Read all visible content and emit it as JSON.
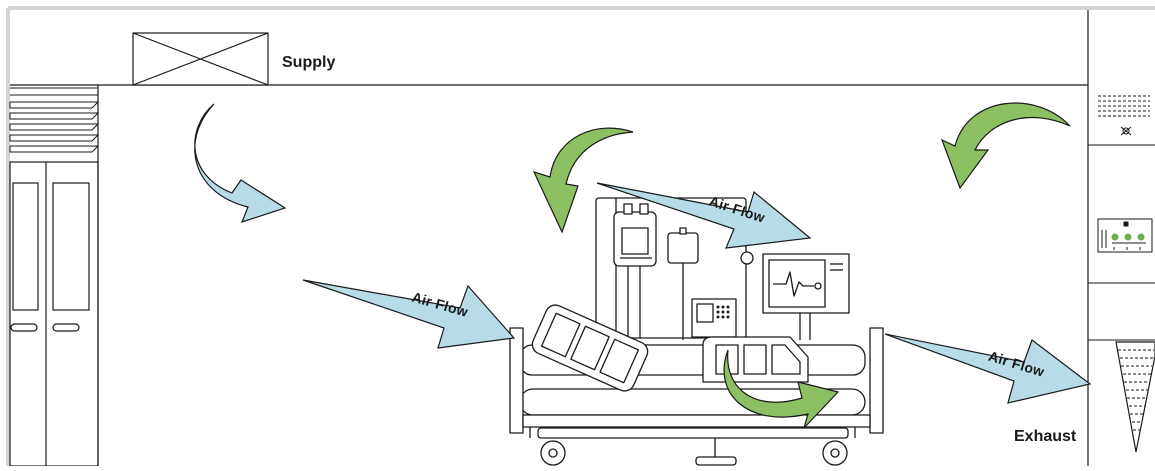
{
  "labels": {
    "supply": "Supply",
    "exhaust": "Exhaust",
    "air_flow": [
      "Air Flow",
      "Air Flow",
      "Air Flow"
    ]
  },
  "colors": {
    "outline": "#1a1a1a",
    "frame": "#d4d4d4",
    "blue_arrow": "#b7dce8",
    "green_arrow": "#8cc063",
    "panel_green": "#6ab04c"
  },
  "icons": [
    "supply-diffuser-icon",
    "exhaust-grille-icon",
    "hospital-bed-icon",
    "iv-pole-icon",
    "patient-monitor-icon",
    "infusion-pump-icon",
    "wall-control-panel-icon",
    "door-icon",
    "window-blinds-icon"
  ]
}
